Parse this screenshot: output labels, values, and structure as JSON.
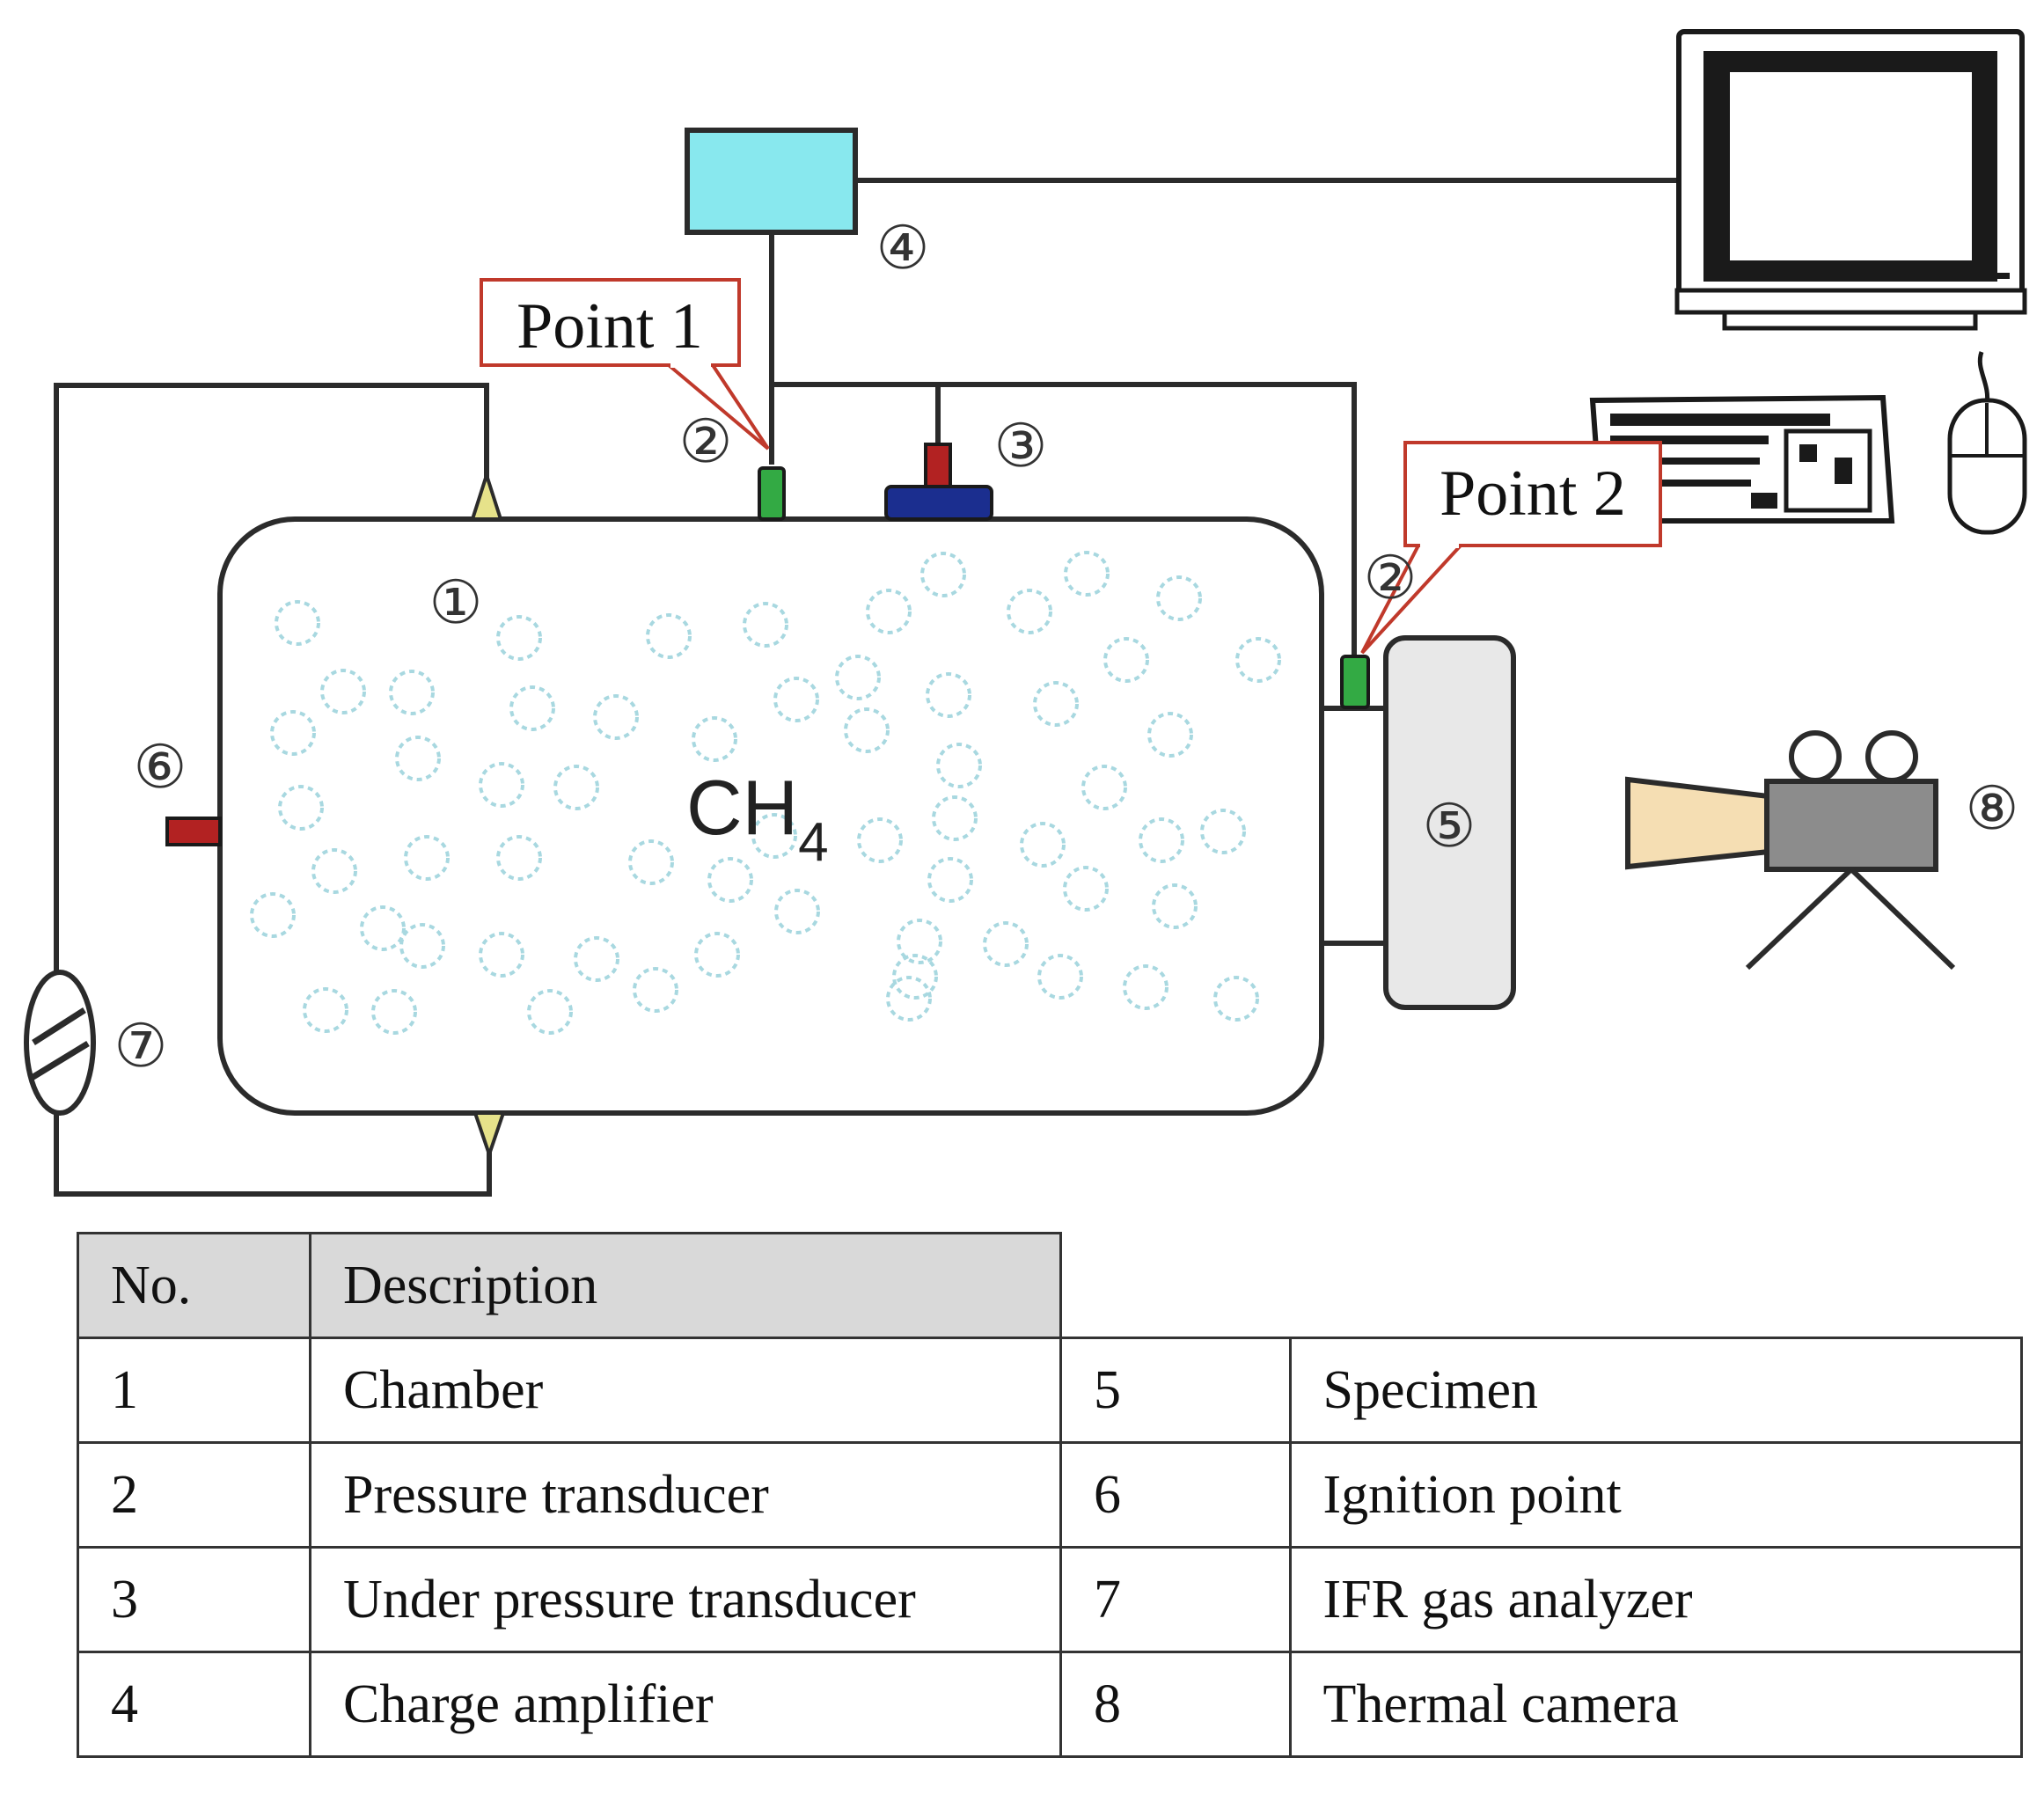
{
  "diagram": {
    "chamber": {
      "number_label": "①"
    },
    "gas_formula": {
      "base": "CH",
      "subscript": "4"
    },
    "callouts": {
      "point1": "Point 1",
      "point2": "Point 2"
    },
    "markers": {
      "pressure_transducer_top": "②",
      "pressure_transducer_side": "②",
      "under_pressure_transducer": "③",
      "charge_amplifier": "④",
      "specimen": "⑤",
      "ignition_point": "⑥",
      "gas_analyzer": "⑦",
      "thermal_camera": "⑧"
    },
    "colors": {
      "charge_amplifier": "#88E8EE",
      "pressure_transducer": "#33AA44",
      "under_pressure_sensor_top": "#B22222",
      "under_pressure_sensor_base": "#1B2E8F",
      "ignition_point": "#B22222",
      "valve": "#E6E28A",
      "camera_lens": "#F5DEB3",
      "camera_body": "#8C8C8C",
      "specimen": "#E8E8E8",
      "callout_border": "#C0392B",
      "gas_bubbles": "#A8D8E0"
    }
  },
  "legend": {
    "headers": {
      "no": "No.",
      "description": "Description"
    },
    "rows": [
      {
        "no_left": "1",
        "desc_left": "Chamber",
        "no_right": "5",
        "desc_right": "Specimen"
      },
      {
        "no_left": "2",
        "desc_left": "Pressure transducer",
        "no_right": "6",
        "desc_right": "Ignition point"
      },
      {
        "no_left": "3",
        "desc_left": "Under pressure transducer",
        "no_right": "7",
        "desc_right": "IFR gas analyzer"
      },
      {
        "no_left": "4",
        "desc_left": "Charge amplifier",
        "no_right": "8",
        "desc_right": "Thermal camera"
      }
    ]
  }
}
